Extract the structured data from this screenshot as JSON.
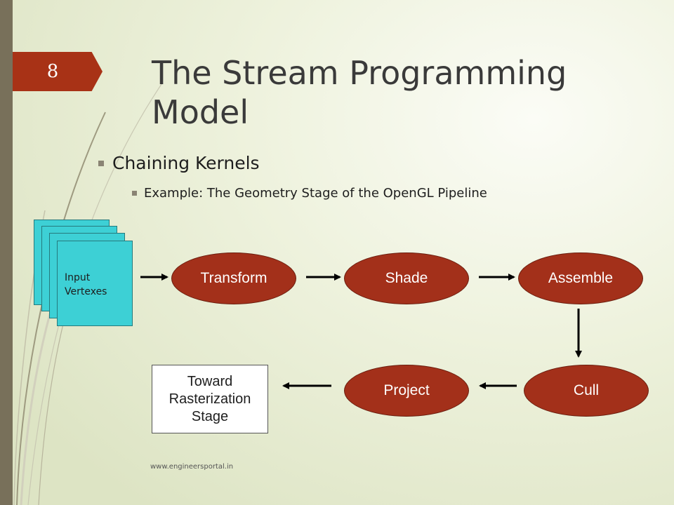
{
  "slide": {
    "page_number": "8",
    "title": "The Stream Programming Model",
    "bullet_level1": "Chaining Kernels",
    "bullet_level2": "Example: The Geometry Stage of the OpenGL Pipeline",
    "footer": "www.engineersportal.in"
  },
  "diagram": {
    "input_label": "Input\nVertexes",
    "nodes": [
      "Transform",
      "Shade",
      "Assemble",
      "Cull",
      "Project"
    ],
    "output_label": "Toward\nRasterization\nStage"
  },
  "colors": {
    "node_fill": "#a3301a",
    "input_fill": "#3dd0d5",
    "accent": "#a83216",
    "left_bar": "#78705a"
  }
}
